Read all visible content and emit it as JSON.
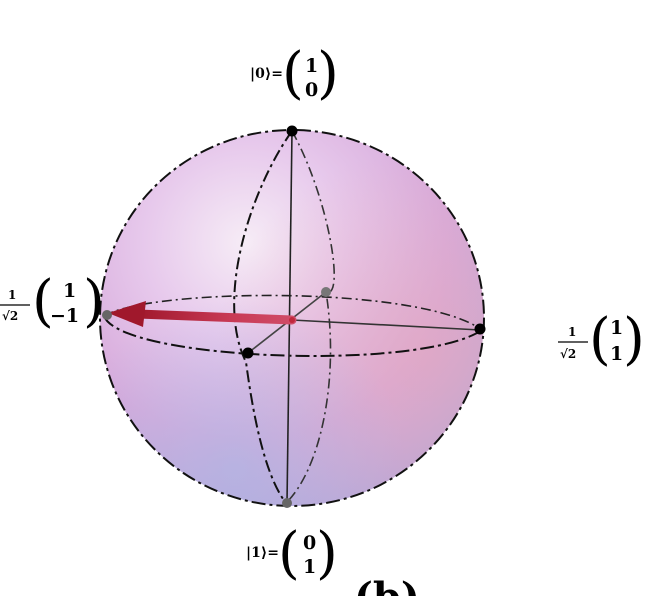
{
  "labels": {
    "top": {
      "ket": "|0⟩=",
      "v1": "1",
      "v2": "0"
    },
    "bottom": {
      "ket": "|1⟩=",
      "v1": "0",
      "v2": "1"
    },
    "left": {
      "num": "1",
      "den": "√2",
      "v1": "1",
      "v2": "−1"
    },
    "right": {
      "num": "1",
      "den": "√2",
      "v1": "1",
      "v2": "1"
    },
    "caption": "(b)"
  },
  "colors": {
    "state_vector": "#c0283c",
    "axis_point": "#000000",
    "hidden_point": "#777777"
  }
}
